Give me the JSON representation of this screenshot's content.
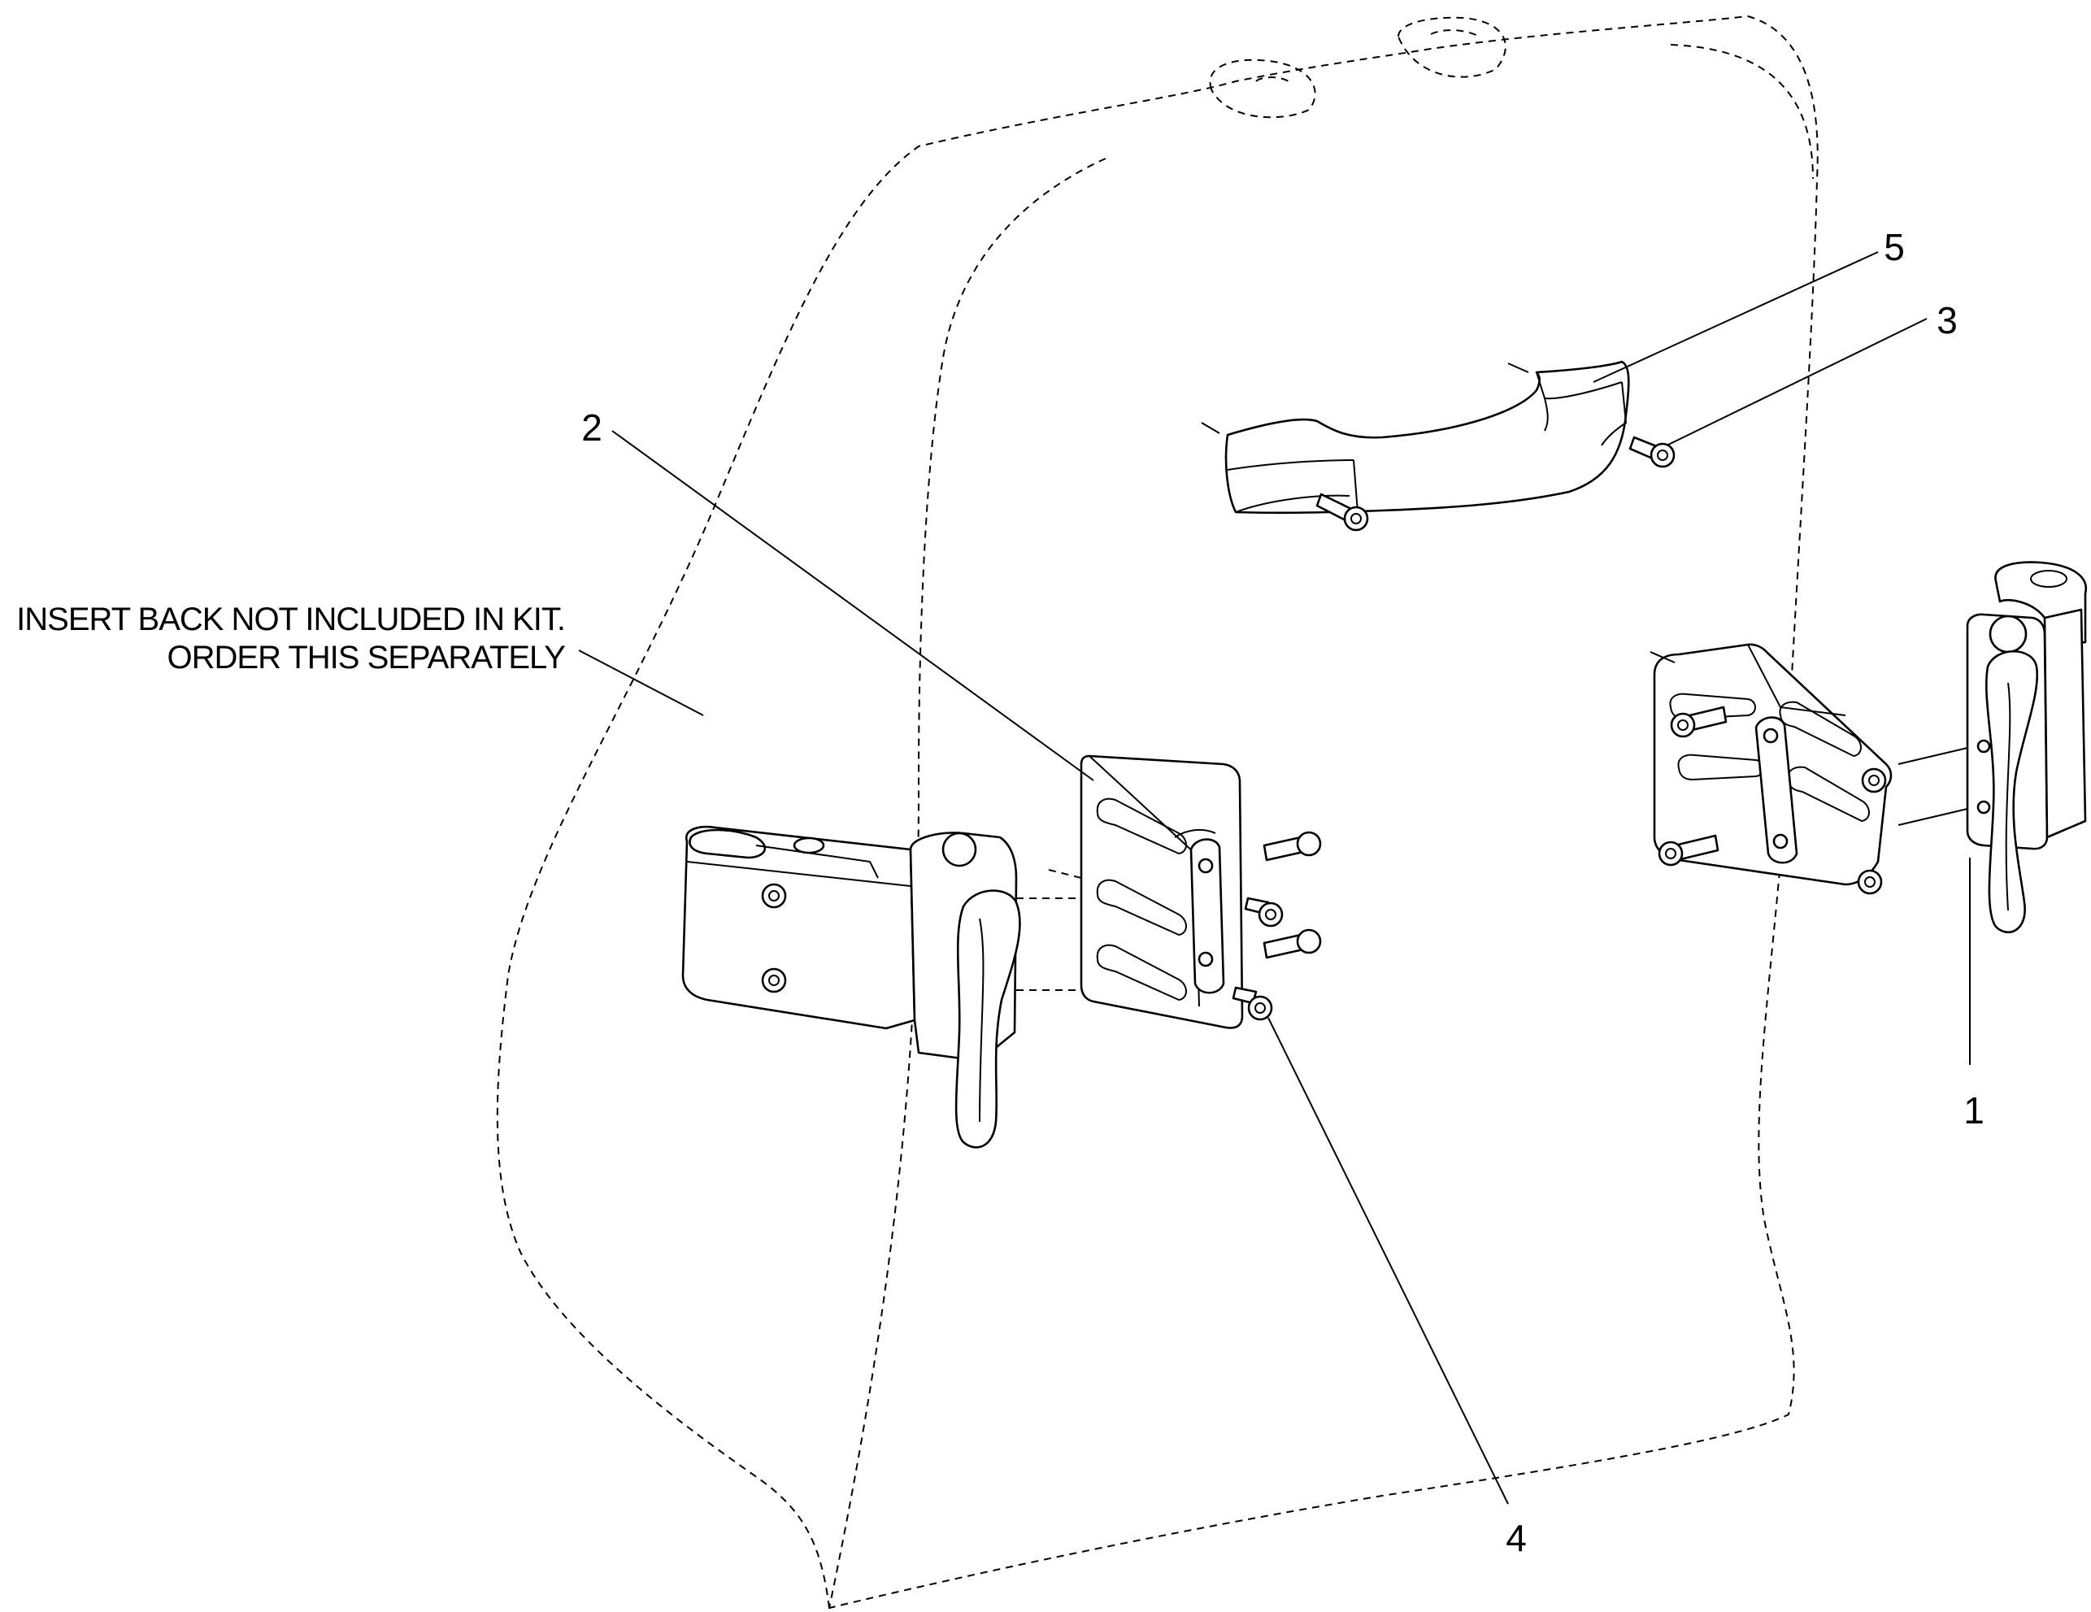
{
  "note": {
    "line1": "INSERT BACK NOT INCLUDED IN KIT.",
    "line2": "ORDER THIS SEPARATELY"
  },
  "callouts": [
    {
      "id": "1",
      "label": "1"
    },
    {
      "id": "2",
      "label": "2"
    },
    {
      "id": "3",
      "label": "3"
    },
    {
      "id": "4",
      "label": "4"
    },
    {
      "id": "5",
      "label": "5"
    }
  ]
}
